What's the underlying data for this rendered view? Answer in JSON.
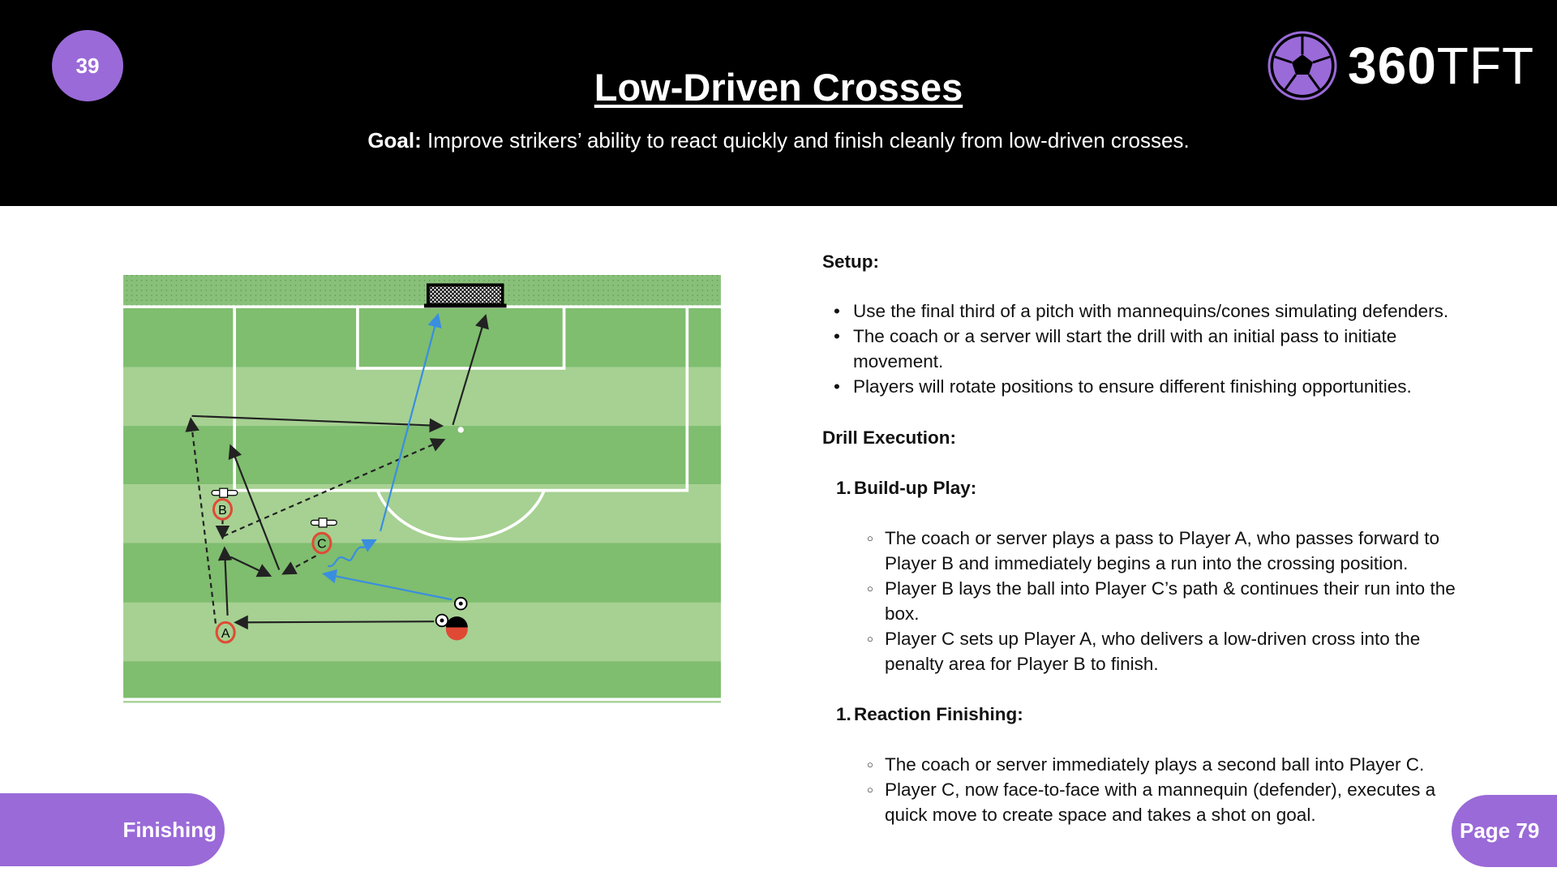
{
  "header": {
    "badge_number": "39",
    "title": "Low-Driven Crosses",
    "goal_label": "Goal:",
    "goal_text": " Improve strikers’ ability to react quickly and finish cleanly from low-driven crosses.",
    "logo_bold": "360",
    "logo_light": "TFT"
  },
  "diagram": {
    "players": [
      "A",
      "B",
      "C"
    ]
  },
  "content": {
    "setup_heading": "Setup:",
    "setup_items": [
      "Use the final third of a pitch with mannequins/cones simulating defenders.",
      "The coach or a server will start the drill with an initial pass to initiate movement.",
      "Players will rotate positions to ensure different finishing opportunities."
    ],
    "drill_heading": "Drill Execution:",
    "phases": [
      {
        "number": "1.",
        "title": "Build-up Play:",
        "items": [
          "The coach or server plays a pass to Player A, who passes forward to Player B and immediately begins a run into the crossing position.",
          "Player B lays the ball into Player C’s path & continues their run into the box.",
          "Player C sets up Player A, who delivers a low-driven cross into the penalty area for Player B to finish."
        ]
      },
      {
        "number": "1.",
        "title": "Reaction Finishing:",
        "items": [
          "The coach or server immediately plays a second ball into Player C.",
          "Player C, now face-to-face with a mannequin (defender), executes a quick move to create space and takes a shot on goal."
        ]
      }
    ]
  },
  "footer": {
    "category": "Finishing",
    "page": "Page 79"
  },
  "colors": {
    "accent": "#9a6ad8",
    "pitch_dark": "#7fbd6f",
    "pitch_light": "#a6d192"
  }
}
